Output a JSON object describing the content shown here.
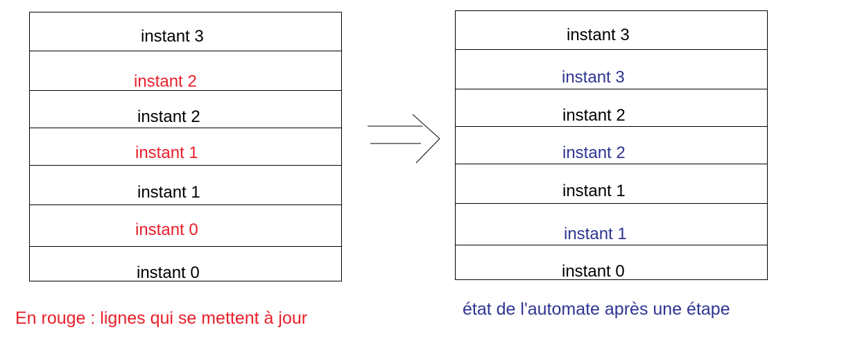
{
  "left_table": {
    "rows": [
      {
        "label": "instant 3",
        "color": "#000000"
      },
      {
        "label": "instant 2",
        "color": "#e8202a"
      },
      {
        "label": "instant 2",
        "color": "#000000"
      },
      {
        "label": "instant 1",
        "color": "#e8202a"
      },
      {
        "label": "instant 1",
        "color": "#000000"
      },
      {
        "label": "instant 0",
        "color": "#e8202a"
      },
      {
        "label": "instant 0",
        "color": "#000000"
      }
    ],
    "caption": "En rouge : lignes qui se mettent à jour",
    "caption_color": "#e8202a"
  },
  "right_table": {
    "rows": [
      {
        "label": "instant 3",
        "color": "#000000"
      },
      {
        "label": "instant 3",
        "color": "#2e3592"
      },
      {
        "label": "instant 2",
        "color": "#000000"
      },
      {
        "label": "instant 2",
        "color": "#2e3592"
      },
      {
        "label": "instant 1",
        "color": "#000000"
      },
      {
        "label": "instant 1",
        "color": "#2e3592"
      },
      {
        "label": "instant 0",
        "color": "#000000"
      }
    ],
    "caption": "état de l'automate après une étape",
    "caption_color": "#2e3592"
  },
  "arrow": {
    "icon": "double-arrow-right-icon"
  }
}
